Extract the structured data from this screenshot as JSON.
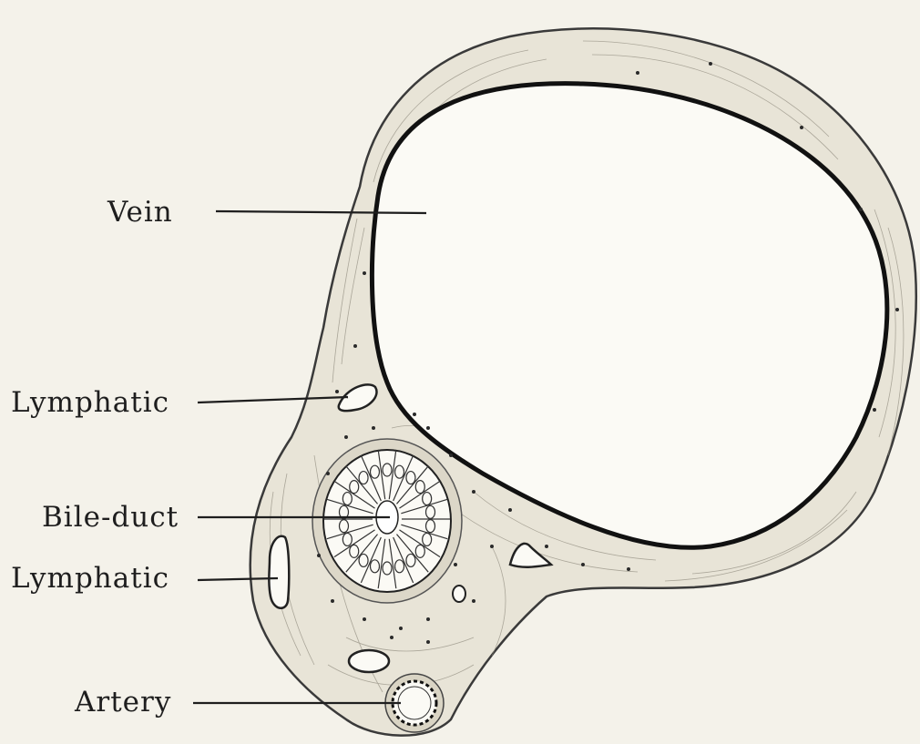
{
  "labels": {
    "vein": "Vein",
    "lymphatic_upper": "Lymphatic",
    "bile_duct": "Bile-duct",
    "lymphatic_lower": "Lymphatic",
    "artery": "Artery"
  },
  "colors": {
    "background": "#f4f2ea",
    "tissue": "#e6e2d5",
    "lumen": "#fbfaf5",
    "ink": "#1e1e1e"
  }
}
